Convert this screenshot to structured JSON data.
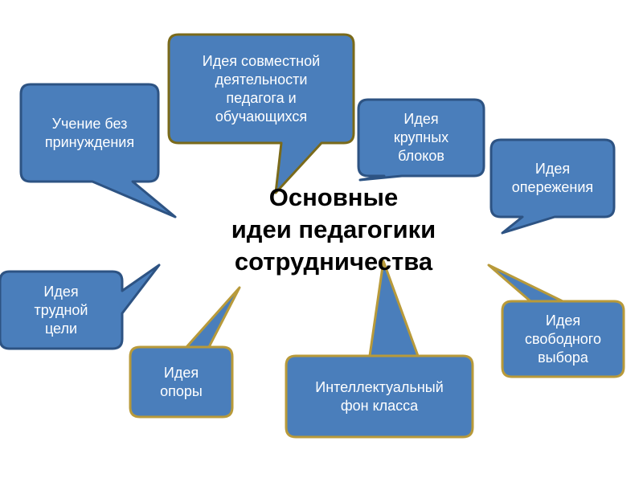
{
  "title": "Основные\nидеи педагогики\nсотрудничества",
  "ideas": [
    {
      "id": "coop",
      "text": "Идея совместной\nдеятельности\nпедагога и\nобучающихся",
      "border": "#7a6a1a"
    },
    {
      "id": "noforce",
      "text": "Учение без\nпринуждения",
      "border": "#2d5383"
    },
    {
      "id": "blocks",
      "text": "Идея\nкрупных\nблоков",
      "border": "#2d5383"
    },
    {
      "id": "ahead",
      "text": "Идея\nопережения",
      "border": "#2d5383"
    },
    {
      "id": "hard",
      "text": "Идея\nтрудной\nцели",
      "border": "#2d5383"
    },
    {
      "id": "support",
      "text": "Идея\nопоры",
      "border": "#b89a3a"
    },
    {
      "id": "intel",
      "text": "Интеллектуальный\nфон класса",
      "border": "#b89a3a"
    },
    {
      "id": "choice",
      "text": "Идея\nсвободного\nвыбора",
      "border": "#b89a3a"
    }
  ],
  "colors": {
    "bubble_fill": "#4a7ebb",
    "title_text": "#000000",
    "background": "#ffffff"
  }
}
